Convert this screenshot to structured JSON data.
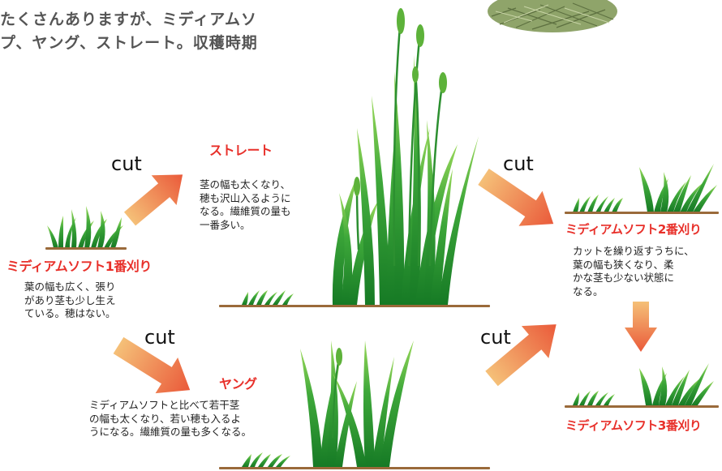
{
  "intro": {
    "line1": "たくさんありますが、ミディアムソ",
    "line2": "プ、ヤング、ストレート。収穫時期"
  },
  "stages": {
    "first_cut": {
      "title": "ミディアムソフト1番刈り",
      "desc": [
        "葉の幅も広く、張り",
        "があり茎も少し生え",
        "ている。穂はない。"
      ]
    },
    "straight": {
      "title": "ストレート",
      "desc": [
        "茎の幅も太くなり、",
        "穂も沢山入るように",
        "なる。繊維質の量も",
        "一番多い。"
      ]
    },
    "young": {
      "title": "ヤング",
      "desc": [
        "ミディアムソフトと比べて若干茎",
        "の幅も太くなり、若い穂も入るよ",
        "うになる。繊維質の量も多くなる。"
      ]
    },
    "second_cut": {
      "title": "ミディアムソフト2番刈り",
      "desc": [
        "カットを繰り返すうちに、",
        "葉の幅も狭くなり、柔",
        "かな茎も少ない状態に",
        "なる。"
      ]
    },
    "third_cut": {
      "title": "ミディアムソフト3番刈り"
    }
  },
  "arrows": {
    "cut_label": "cut"
  },
  "colors": {
    "title_red": "#e8302a",
    "arrow_start": "#f2b36a",
    "arrow_end": "#ec5f3c",
    "grass_dark": "#1f8a2c",
    "grass_light": "#8cd14a",
    "ground": "#9a6a3a"
  }
}
